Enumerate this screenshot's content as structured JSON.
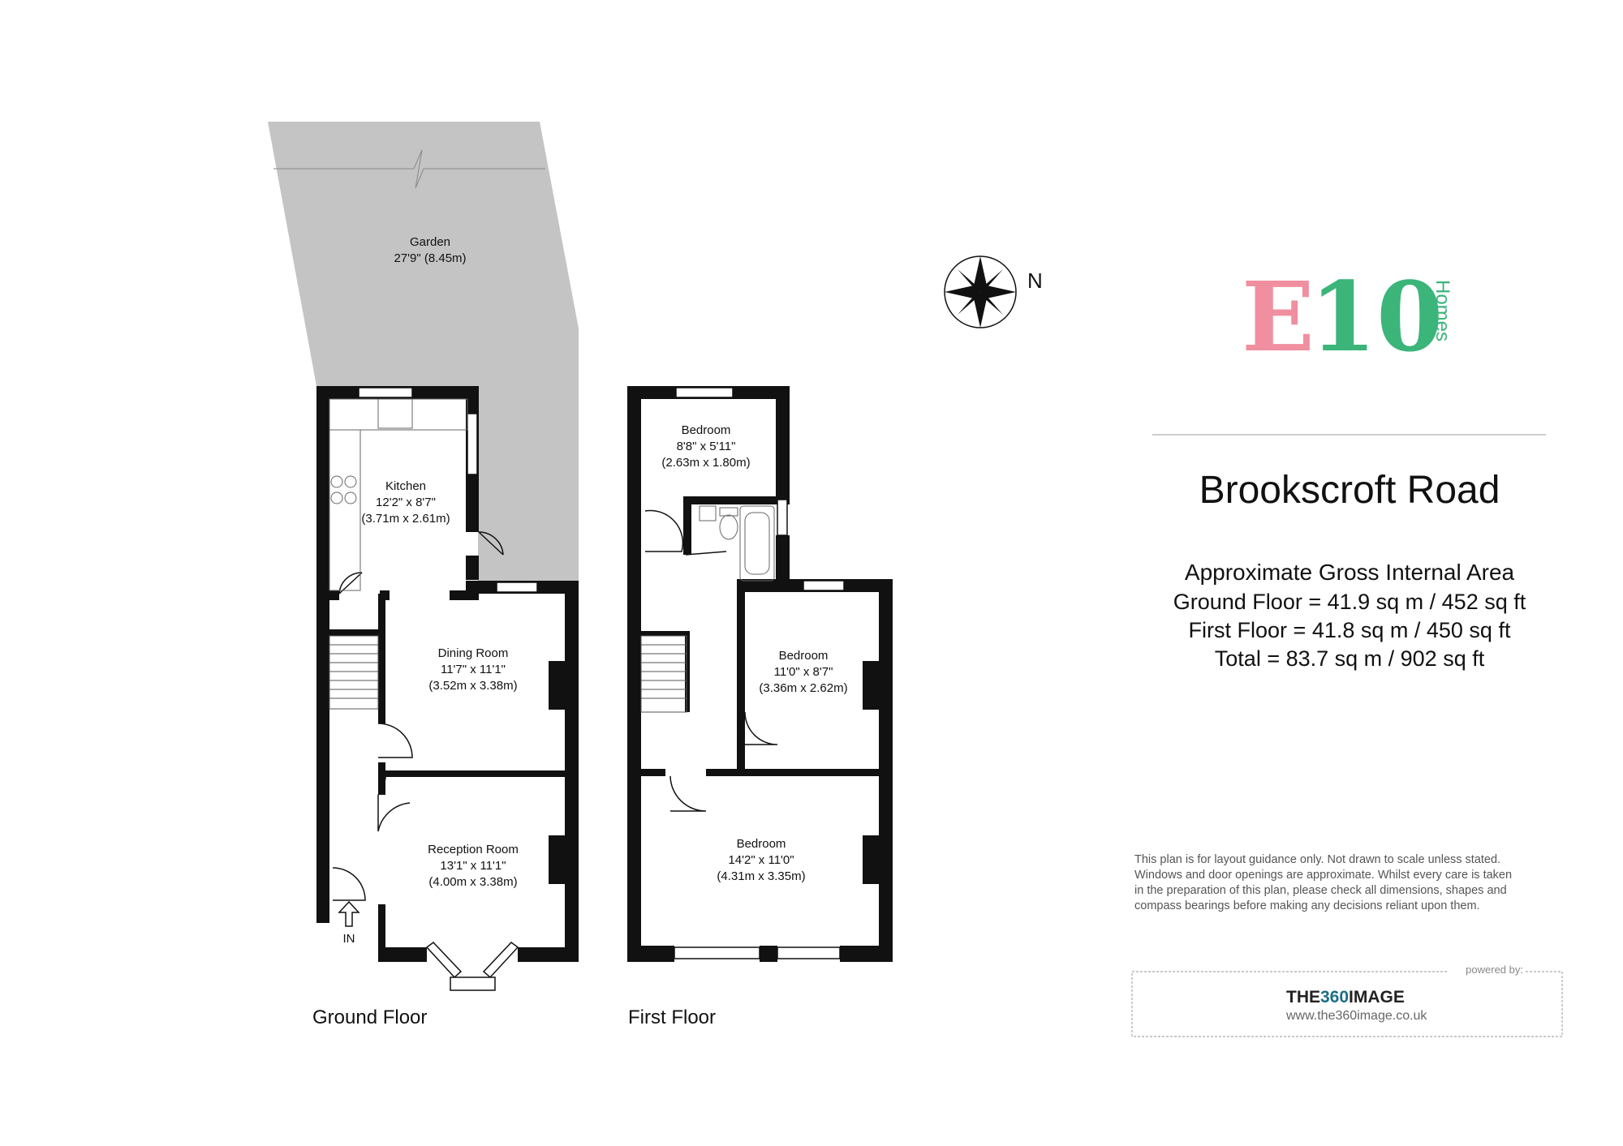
{
  "property": {
    "title": "Brookscroft Road"
  },
  "logo": {
    "mark": "E10",
    "sub": "Homes",
    "colors": {
      "e": "#f08fa0",
      "ten": "#3bb57a"
    }
  },
  "compass": {
    "label": "N"
  },
  "area": {
    "heading": "Approximate Gross Internal Area",
    "ground": "Ground Floor = 41.9 sq m / 452 sq ft",
    "first": "First Floor = 41.8 sq m / 450 sq ft",
    "total": "Total = 83.7 sq m / 902 sq ft"
  },
  "floors": {
    "ground": "Ground Floor",
    "first": "First Floor",
    "entrance": "IN"
  },
  "rooms": {
    "garden": {
      "name": "Garden",
      "size": "27'9\" (8.45m)"
    },
    "kitchen": {
      "name": "Kitchen",
      "imperial": "12'2\" x 8'7\"",
      "metric": "(3.71m x 2.61m)"
    },
    "dining": {
      "name": "Dining Room",
      "imperial": "11'7\" x 11'1\"",
      "metric": "(3.52m x 3.38m)"
    },
    "reception": {
      "name": "Reception Room",
      "imperial": "13'1\" x 11'1\"",
      "metric": "(4.00m x 3.38m)"
    },
    "bed_small": {
      "name": "Bedroom",
      "imperial": "8'8\" x 5'11\"",
      "metric": "(2.63m x 1.80m)"
    },
    "bed_mid": {
      "name": "Bedroom",
      "imperial": "11'0\" x 8'7\"",
      "metric": "(3.36m x 2.62m)"
    },
    "bed_large": {
      "name": "Bedroom",
      "imperial": "14'2\" x 11'0\"",
      "metric": "(4.31m x 3.35m)"
    }
  },
  "disclaimer": [
    "This plan is for layout guidance only. Not drawn to scale unless stated.",
    "Windows and door openings are approximate. Whilst every care is taken",
    "in the preparation of this plan, please check all dimensions, shapes and",
    "compass bearings before making any decisions reliant upon them."
  ],
  "credit": {
    "powered_by": "powered by:",
    "brand_a": "THE",
    "brand_b": "360",
    "brand_c": "IMAGE",
    "url": "www.the360image.co.uk"
  }
}
